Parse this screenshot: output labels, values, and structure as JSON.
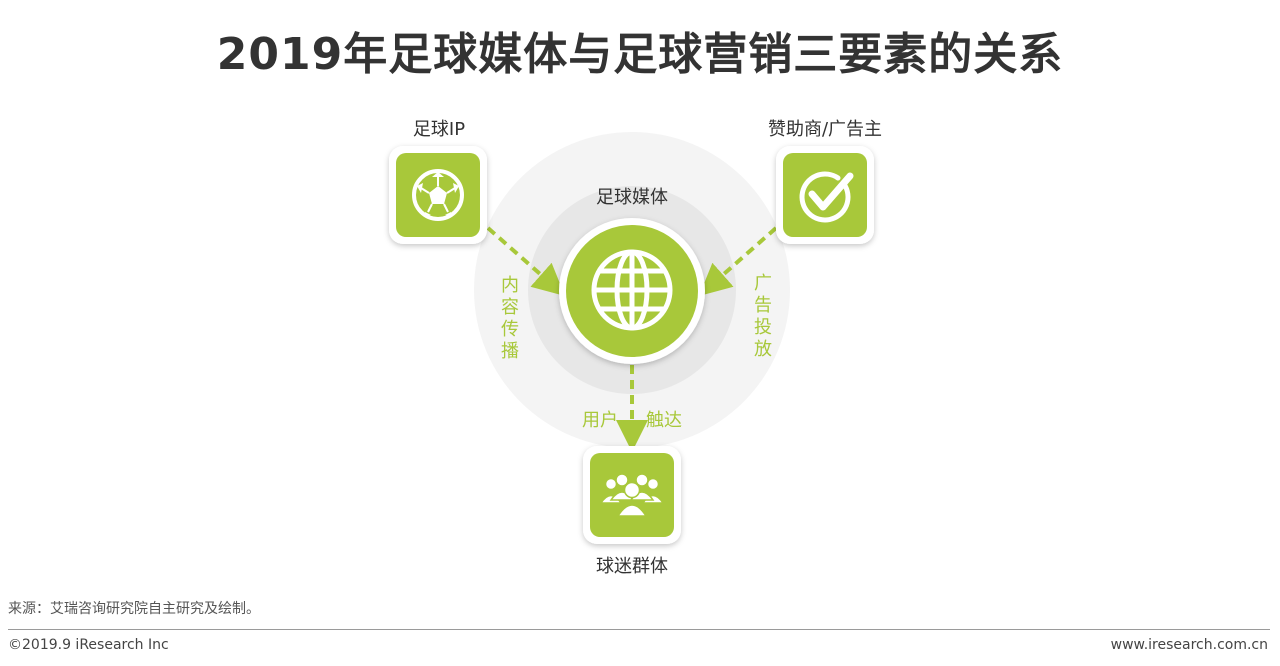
{
  "title": "2019年足球媒体与足球营销三要素的关系",
  "nodes": {
    "football_ip": {
      "label": "足球IP",
      "icon": "soccer-ball-icon"
    },
    "sponsor": {
      "label": "赞助商/广告主",
      "icon": "checkmark-icon"
    },
    "media": {
      "label": "足球媒体",
      "icon": "globe-icon"
    },
    "fans": {
      "label": "球迷群体",
      "icon": "people-group-icon"
    }
  },
  "edges": {
    "content_spread": {
      "chars": [
        "内",
        "容",
        "传",
        "播"
      ]
    },
    "ad_placement": {
      "chars": [
        "广",
        "告",
        "投",
        "放"
      ]
    },
    "user_reach": {
      "left": "用户",
      "right": "触达"
    }
  },
  "colors": {
    "accent": "#a8c83a",
    "accent_dark": "#9aba30",
    "text": "#333333",
    "ring_outer": "#f4f4f4",
    "ring_inner": "#e6e6e6"
  },
  "footer": {
    "source": "来源：艾瑞咨询研究院自主研究及绘制。",
    "copyright": "©2019.9 iResearch Inc",
    "website": "www.iresearch.com.cn"
  }
}
